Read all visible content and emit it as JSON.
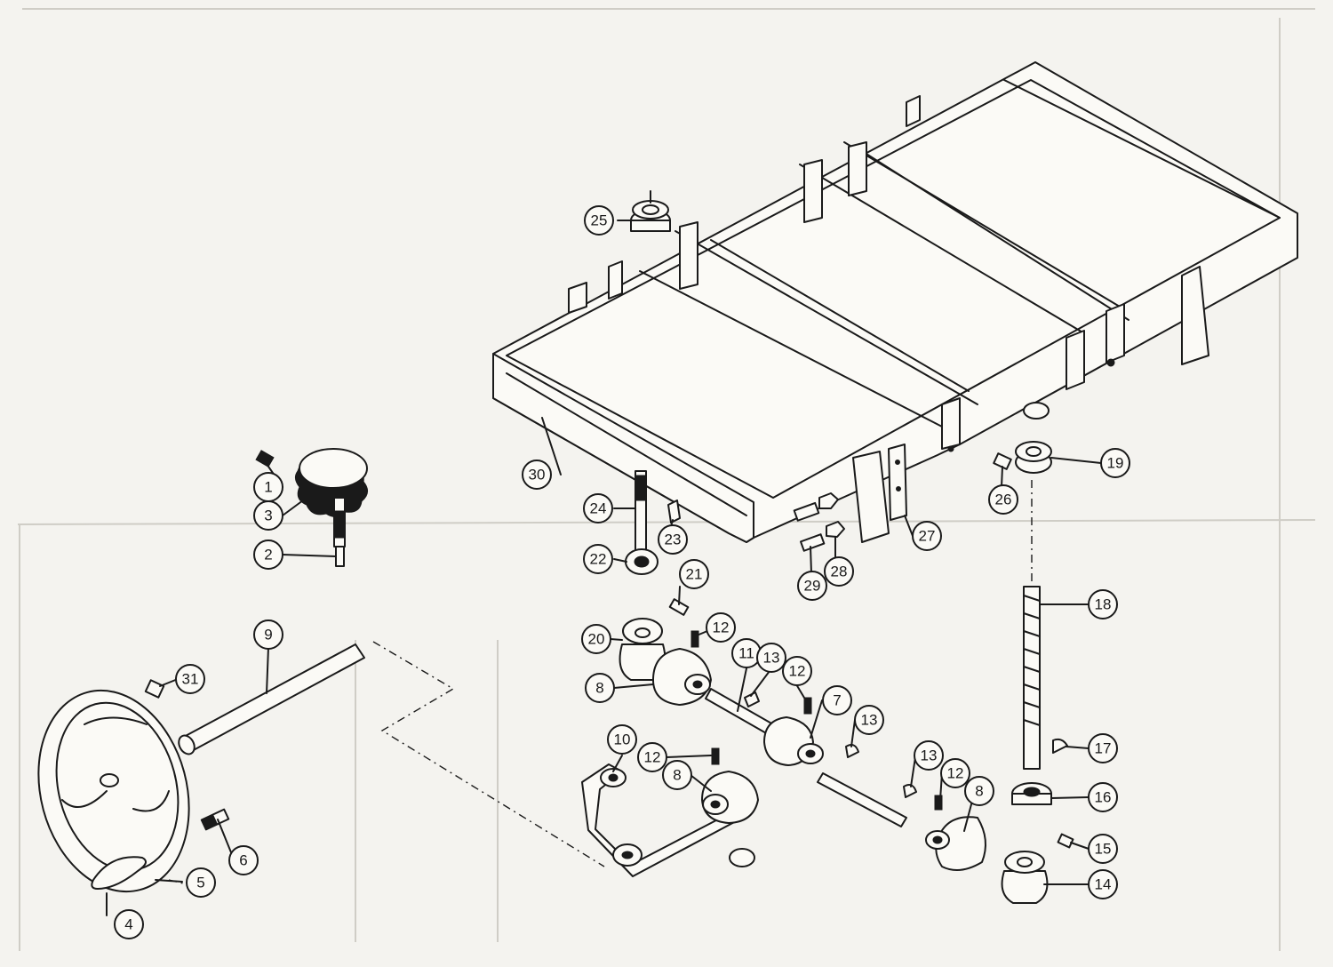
{
  "diagram": {
    "type": "exploded-parts-view",
    "callouts": [
      {
        "id": "c1",
        "label": "1"
      },
      {
        "id": "c2",
        "label": "2"
      },
      {
        "id": "c3",
        "label": "3"
      },
      {
        "id": "c4",
        "label": "4"
      },
      {
        "id": "c5",
        "label": "5"
      },
      {
        "id": "c6",
        "label": "6"
      },
      {
        "id": "c7",
        "label": "7"
      },
      {
        "id": "c8a",
        "label": "8"
      },
      {
        "id": "c8b",
        "label": "8"
      },
      {
        "id": "c8c",
        "label": "8"
      },
      {
        "id": "c9",
        "label": "9"
      },
      {
        "id": "c10",
        "label": "10"
      },
      {
        "id": "c11",
        "label": "11"
      },
      {
        "id": "c12a",
        "label": "12"
      },
      {
        "id": "c12b",
        "label": "12"
      },
      {
        "id": "c12c",
        "label": "12"
      },
      {
        "id": "c12d",
        "label": "12"
      },
      {
        "id": "c13a",
        "label": "13"
      },
      {
        "id": "c13b",
        "label": "13"
      },
      {
        "id": "c13c",
        "label": "13"
      },
      {
        "id": "c14",
        "label": "14"
      },
      {
        "id": "c15",
        "label": "15"
      },
      {
        "id": "c16",
        "label": "16"
      },
      {
        "id": "c17",
        "label": "17"
      },
      {
        "id": "c18",
        "label": "18"
      },
      {
        "id": "c19",
        "label": "19"
      },
      {
        "id": "c20",
        "label": "20"
      },
      {
        "id": "c21",
        "label": "21"
      },
      {
        "id": "c22",
        "label": "22"
      },
      {
        "id": "c23",
        "label": "23"
      },
      {
        "id": "c24",
        "label": "24"
      },
      {
        "id": "c25",
        "label": "25"
      },
      {
        "id": "c26",
        "label": "26"
      },
      {
        "id": "c27",
        "label": "27"
      },
      {
        "id": "c28",
        "label": "28"
      },
      {
        "id": "c29",
        "label": "29"
      },
      {
        "id": "c30",
        "label": "30"
      },
      {
        "id": "c31",
        "label": "31"
      }
    ]
  }
}
